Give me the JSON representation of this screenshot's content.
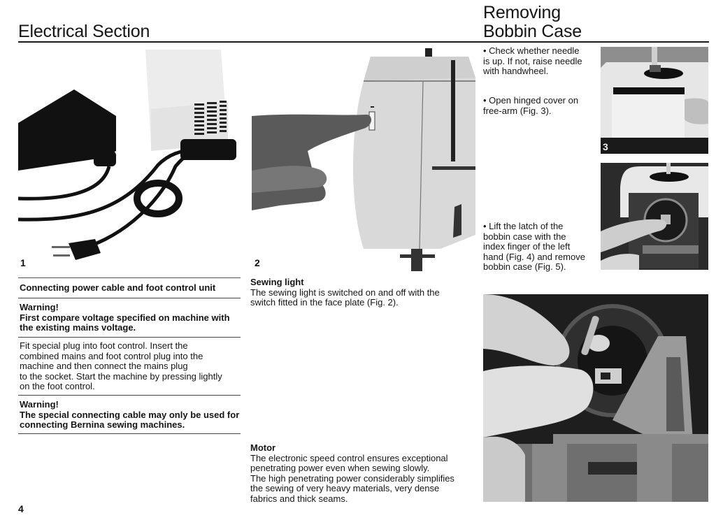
{
  "page": {
    "left_heading": "Electrical Section",
    "right_heading_line1": "Removing",
    "right_heading_line2": "Bobbin Case",
    "page_number": "4"
  },
  "figures": {
    "fig1": {
      "number": "1",
      "depicts": "foot control unit with power cable and plug"
    },
    "fig2": {
      "number": "2",
      "depicts": "finger pressing sewing light switch on face plate"
    },
    "fig3": {
      "number": "3",
      "depicts": "opening hinged cover on free-arm"
    },
    "fig4": {
      "number": "4",
      "depicts": "lifting bobbin case latch with index finger"
    },
    "fig5": {
      "number": "5",
      "depicts": "removing bobbin case"
    }
  },
  "electrical": {
    "section_title": "Connecting power cable and foot control unit",
    "warning1_label": "Warning!",
    "warning1_line1": "First compare voltage specified on machine with",
    "warning1_line2": "the existing mains voltage.",
    "body_lines": [
      "Fit special plug into foot control. Insert the",
      "combined mains and foot control plug into the",
      "machine and then connect the mains plug",
      "to the socket. Start the machine by pressing lightly",
      "on the foot control."
    ],
    "warning2_label": "Warning!",
    "warning2_line1": "The special connecting cable may only be used for",
    "warning2_line2": "connecting Bernina sewing machines."
  },
  "sewing_light": {
    "title": "Sewing light",
    "line1": "The sewing light is switched on and off with the",
    "line2": "switch fitted in the face plate (Fig. 2)."
  },
  "motor": {
    "title": "Motor",
    "lines": [
      "The electronic speed control ensures exceptional",
      "penetrating power even when sewing slowly.",
      "The high penetrating power considerably simplifies",
      "the sewing of very heavy materials, very dense",
      "fabrics and thick seams."
    ]
  },
  "bobbin_steps": {
    "step1": [
      "• Check whether needle",
      "is up. If not, raise needle",
      "with handwheel."
    ],
    "step2": [
      "• Open hinged cover on",
      "free-arm (Fig. 3)."
    ],
    "step3": [
      "• Lift the latch of the",
      "bobbin case with the",
      "index finger of the left",
      "hand (Fig. 4) and remove",
      "bobbin case (Fig. 5)."
    ]
  }
}
